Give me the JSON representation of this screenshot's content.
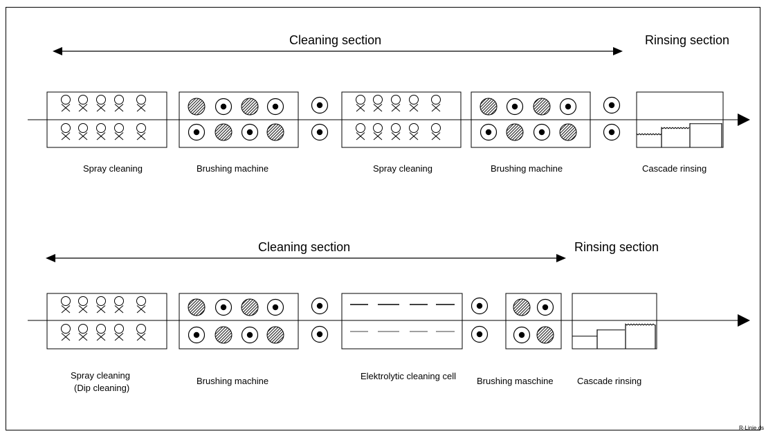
{
  "rows": [
    {
      "section_labels": {
        "cleaning": "Cleaning section",
        "rinsing": "Rinsing section"
      },
      "captions": {
        "spray": "Spray cleaning",
        "brush1": "Brushing machine",
        "spray2": "Spray cleaning",
        "brush2": "Brushing machine",
        "cascade": "Cascade rinsing"
      }
    },
    {
      "section_labels": {
        "cleaning": "Cleaning section",
        "rinsing": "Rinsing section"
      },
      "captions": {
        "spray_line1": "Spray cleaning",
        "spray_line2": "(Dip cleaning)",
        "brush1": "Brushing machine",
        "elektro": "Elektrolytic cleaning cell",
        "brush2": "Brushing maschine",
        "cascade": "Cascade rinsing"
      }
    }
  ],
  "file_label": "R-Linie.ds",
  "icons": [
    "spray-nozzle-icon",
    "brush-roller-icon",
    "transport-roller-icon",
    "electrode-icon",
    "flow-arrow-icon"
  ],
  "colors": {
    "line": "#000000",
    "background": "#ffffff",
    "brush_hatch": "#2a2a2a"
  }
}
